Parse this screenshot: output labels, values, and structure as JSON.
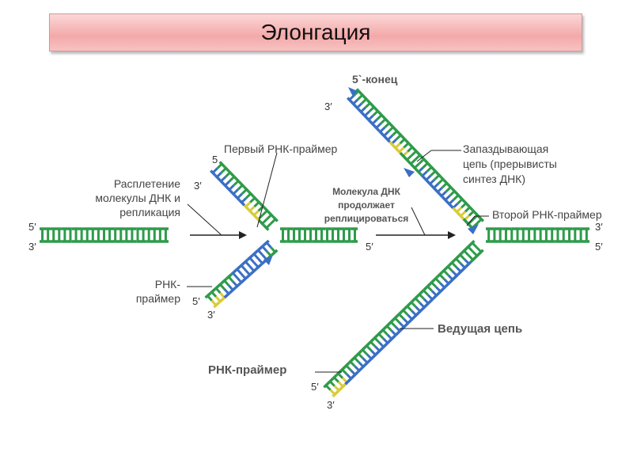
{
  "title": "Элонгация",
  "labels": {
    "five_end": "5`-конец",
    "first_primer": "Первый РНК-праймер",
    "unwinding": [
      "Расплетение",
      "молекулы ДНК и",
      "репликация"
    ],
    "rna_primer_1": [
      "РНК-",
      "праймер"
    ],
    "continues": [
      "Молекула ДНК",
      "продолжает",
      "реплицироваться"
    ],
    "lagging": [
      "Запаздывающая",
      "цепь (прерывисты",
      "синтез ДНК)"
    ],
    "second_primer": "Второй РНК-праймер",
    "leading": "Ведущая цепь",
    "rna_primer_2": "РНК-праймер"
  },
  "ends": {
    "p5": "5′",
    "p3": "3′",
    "p5plain": "5",
    "p3plain": "3"
  },
  "colors": {
    "green": "#2e9b4a",
    "blue": "#3a6fc4",
    "yellow": "#d8cc3a"
  }
}
